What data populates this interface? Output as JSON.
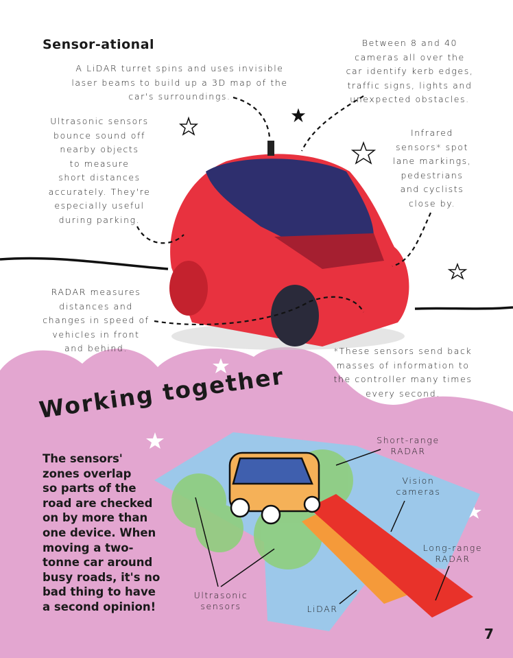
{
  "title": "Sensor-ational",
  "lidar": "A LiDAR turret spins and uses invisible\nlaser beams to build up a 3D map of the\ncar's surroundings.",
  "ultrasonic": "Ultrasonic sensors\nbounce sound off\nnearby objects\nto measure\nshort distances\naccurately. They're\nespecially useful\nduring parking.",
  "cameras": "Between 8 and 40\ncameras all over the\ncar identify kerb edges,\ntraffic signs, lights and\nunexpected obstacles.",
  "infrared": "Infrared\nsensors* spot\nlane markings,\npedestrians\nand cyclists\nclose by.",
  "radar": "RADAR measures\ndistances and\nchanges in speed of\nvehicles in front\nand behind.",
  "footnote": "*These sensors send back\nmasses of information to\nthe controller many times\nevery second.",
  "heading": "Working together",
  "body": "The sensors'\nzones overlap\nso parts of the\nroad are checked\non by more than\none device. When\nmoving a two-\ntonne car around\nbusy roads, it's no\nbad thing to have\na second opinion!",
  "diagram": {
    "short_range": "Short-range\nRADAR",
    "vision": "Vision\ncameras",
    "long_range": "Long-range\nRADAR",
    "ultrasonic": "Ultrasonic\nsensors",
    "lidar": "LiDAR"
  },
  "page_number": "7",
  "colors": {
    "pink": "#e3a6d0",
    "car_red": "#e8323f",
    "blue_zone": "#9cc8ea",
    "green_zone": "#8fce7d",
    "orange": "#f59a3a",
    "red_beam": "#e8322a"
  }
}
